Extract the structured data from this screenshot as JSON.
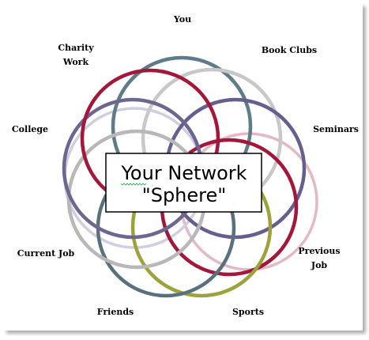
{
  "diagram": {
    "center_label": {
      "line1": "Your Network",
      "line2": "\"Sphere\""
    },
    "labels": {
      "you": "You",
      "book_clubs": "Book Clubs",
      "seminars": "Seminars",
      "previous_job_1": "Previous",
      "previous_job_2": "Job",
      "sports": "Sports",
      "friends": "Friends",
      "current_job": "Current Job",
      "college": "College",
      "charity_1": "Charity",
      "charity_2": "Work"
    },
    "ring_colors": {
      "top": "#5e7b89",
      "top_right": "#c8c8c8",
      "right": "#655e8e",
      "right_lower": "#a3173a",
      "bottom_right": "#9ea23a",
      "bottom": "#58717d",
      "bottom_left": "#b8b8b8",
      "left": "#6d678f",
      "top_left": "#a3173a",
      "faint_bottom_right": "#e2b9c4",
      "faint_bottom": "#e2e4c9",
      "faint_left": "#cfcfdf"
    },
    "shadow_color": "#6f6f6f",
    "center_box_border": "#000000",
    "squiggle_color": "#2f9a55"
  }
}
